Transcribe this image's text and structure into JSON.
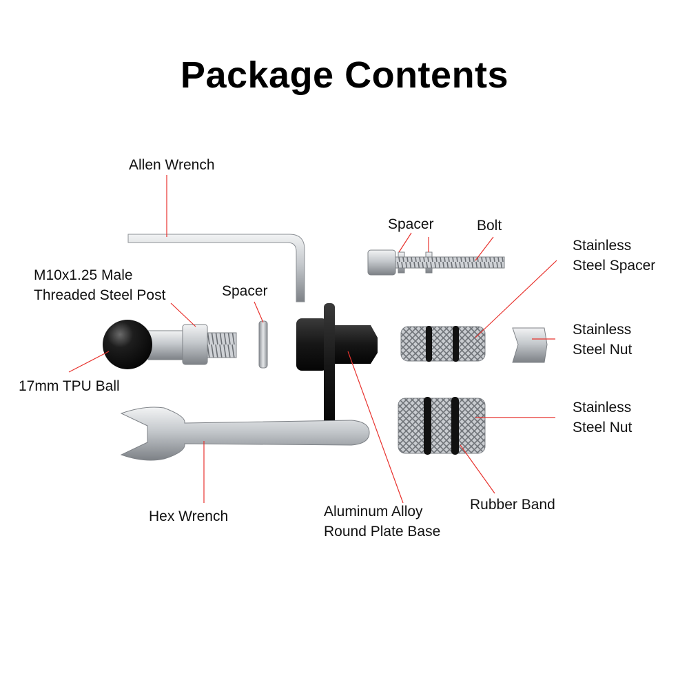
{
  "title": "Package Contents",
  "colors": {
    "leader": "#e8332e",
    "text": "#111111",
    "metal": "#b9bdc2",
    "black": "#141414"
  },
  "parts": {
    "allen_wrench": "Allen Wrench",
    "spacer_top": "Spacer",
    "bolt": "Bolt",
    "stainless_spacer": [
      "Stainless",
      "Steel Spacer"
    ],
    "threaded_post": [
      "M10x1.25 Male",
      "Threaded Steel Post"
    ],
    "spacer_mid": "Spacer",
    "stainless_nut_1": [
      "Stainless",
      "Steel Nut"
    ],
    "tpu_ball": "17mm TPU Ball",
    "stainless_nut_2": [
      "Stainless",
      "Steel Nut"
    ],
    "hex_wrench": "Hex Wrench",
    "plate_base": [
      "Aluminum Alloy",
      "Round Plate Base"
    ],
    "rubber_band": "Rubber Band"
  }
}
